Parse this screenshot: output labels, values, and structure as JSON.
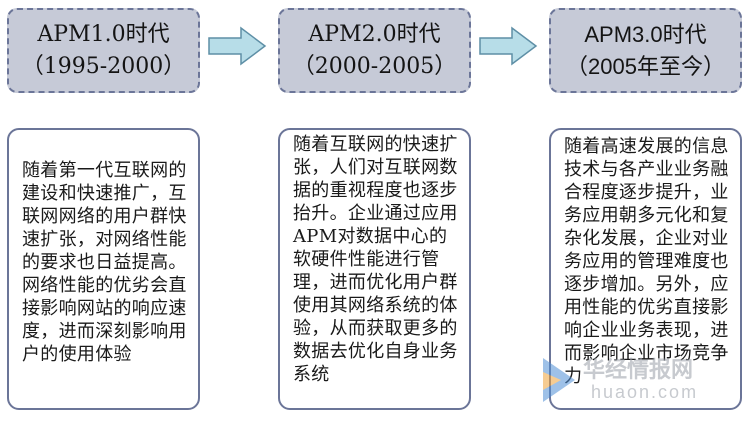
{
  "eras": [
    {
      "title": "APM1.0时代",
      "years": "（1995-2000）",
      "description": "随着第一代互联网的建设和快速推广，互联网网络的用户群快速扩张，对网络性能的要求也日益提高。网络性能的优劣会直接影响网站的响应速度，进而深刻影响用户的使用体验"
    },
    {
      "title": "APM2.0时代",
      "years": "（2000-2005）",
      "description": "随着互联网的快速扩张，人们对互联网数据的重视程度也逐步抬升。企业通过应用APM对数据中心的软硬件性能进行管理，进而优化用户群使用其网络系统的体验，从而获取更多的数据去优化自身业务系统"
    },
    {
      "title": "APM3.0时代",
      "years": "（2005年至今）",
      "description": "随着高速发展的信息技术与各产业业务融合程度逐步提升，业务应用朝多元化和复杂化发展，企业对业务应用的管理难度也逐步增加。另外，应用性能的优劣直接影响企业业务表现，进而影响企业市场竞争力"
    }
  ],
  "watermark": {
    "name": "华经情报网",
    "url": "huaon.com"
  },
  "colors": {
    "box_fill": "#c6cad7",
    "box_border": "#6b7598",
    "arrow_fill": "#b7dde8",
    "arrow_stroke": "#5e8fa6"
  },
  "icons": [
    "right-arrow-icon",
    "watermark-logo-icon"
  ]
}
